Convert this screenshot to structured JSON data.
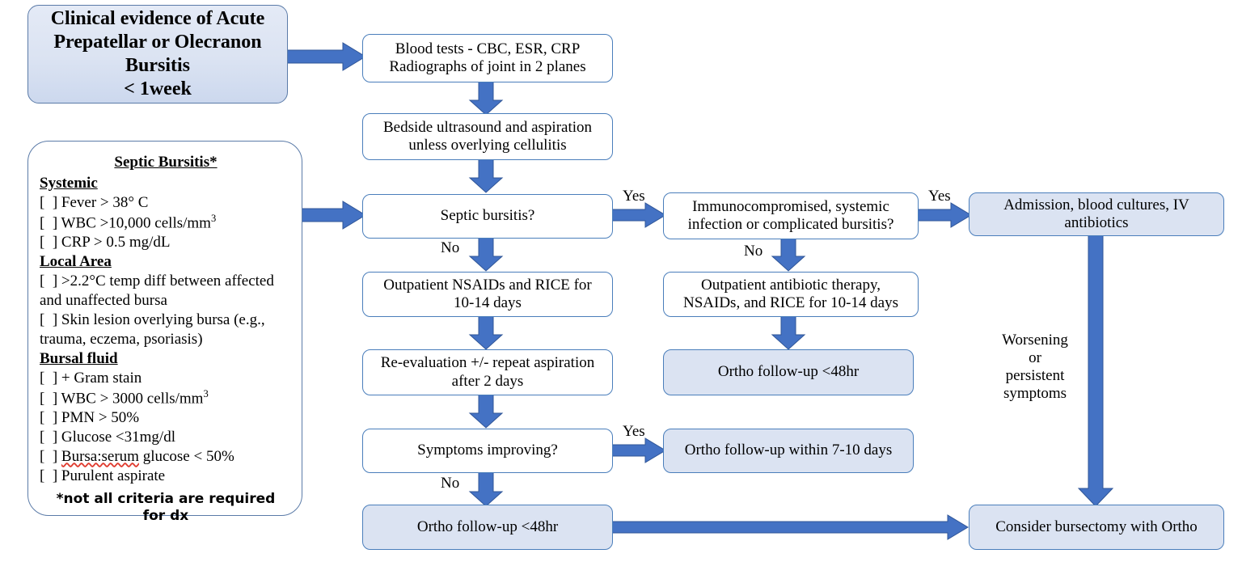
{
  "diagram": {
    "title": "Acute Prepatellar or Olecranon Bursitis Management Algorithm",
    "accent_blue": "#4472c4",
    "box_border": "#4a7ebb",
    "box_fill": "#dbe3f2"
  },
  "start": {
    "label": "Clinical evidence of Acute Prepatellar or Olecranon Bursitis < 1week",
    "lines": [
      "Clinical evidence of Acute",
      "Prepatellar or Olecranon",
      "Bursitis",
      "< 1week"
    ]
  },
  "criteria": {
    "title": "Septic Bursitis*",
    "sections": [
      {
        "heading": "Systemic",
        "items": [
          {
            "prefix": "[  ] ",
            "text": "Fever > 38° C",
            "sup": ""
          },
          {
            "prefix": "[  ] ",
            "text": "WBC >10,000 cells/mm",
            "sup": "3"
          },
          {
            "prefix": "[  ] ",
            "text": "CRP > 0.5 mg/dL",
            "sup": ""
          }
        ]
      },
      {
        "heading": "Local Area",
        "items": [
          {
            "prefix": "[  ] ",
            "text": ">2.2°C temp diff between affected and unaffected bursa",
            "sup": ""
          },
          {
            "prefix": "[  ] ",
            "text": "Skin lesion overlying bursa (e.g., trauma, eczema, psoriasis)",
            "sup": ""
          }
        ]
      },
      {
        "heading": "Bursal fluid",
        "items": [
          {
            "prefix": "[  ] ",
            "text": "+ Gram stain",
            "sup": ""
          },
          {
            "prefix": "[  ] ",
            "text": "WBC > 3000 cells/mm",
            "sup": "3"
          },
          {
            "prefix": "[  ] ",
            "text": "PMN > 50%",
            "sup": ""
          },
          {
            "prefix": "[  ] ",
            "text": "Glucose <31mg/dl",
            "sup": ""
          },
          {
            "prefix": "[  ] ",
            "text": "Bursa:serum glucose < 50%",
            "sup": "",
            "spellflag": "Bursa:serum"
          },
          {
            "prefix": "[  ] ",
            "text": "Purulent aspirate",
            "sup": ""
          }
        ]
      }
    ],
    "footnote": "*not all criteria are required for dx"
  },
  "nodes": {
    "blood_tests": {
      "lines": [
        "Blood tests -  CBC, ESR, CRP",
        "Radiographs of joint in 2 planes"
      ]
    },
    "ultrasound": {
      "lines": [
        "Bedside ultrasound and aspiration",
        "unless overlying cellulitis"
      ]
    },
    "septic_decision": {
      "lines": [
        "Septic bursitis?"
      ]
    },
    "immuno_decision": {
      "lines": [
        "Immunocompromised, systemic",
        "infection or complicated bursitis?"
      ]
    },
    "admission": {
      "lines": [
        "Admission, blood cultures, IV",
        "antibiotics"
      ]
    },
    "nsaids_rice": {
      "lines": [
        "Outpatient NSAIDs and RICE for",
        "10-14 days"
      ]
    },
    "outpatient_abx": {
      "lines": [
        "Outpatient antibiotic therapy,",
        "NSAIDs, and RICE for 10-14 days"
      ]
    },
    "reevaluation": {
      "lines": [
        "Re-evaluation +/- repeat aspiration",
        "after 2 days"
      ]
    },
    "ortho_48_right": {
      "lines": [
        "Ortho follow-up <48hr"
      ]
    },
    "symptoms_decision": {
      "lines": [
        "Symptoms improving?"
      ]
    },
    "ortho_7_10": {
      "lines": [
        "Ortho follow-up within 7-10 days"
      ]
    },
    "ortho_48_bottom": {
      "lines": [
        "Ortho follow-up <48hr"
      ]
    },
    "bursectomy": {
      "lines": [
        "Consider bursectomy with Ortho"
      ]
    }
  },
  "edges": {
    "septic_yes": "Yes",
    "septic_no": "No",
    "immuno_yes": "Yes",
    "immuno_no": "No",
    "symptoms_yes": "Yes",
    "symptoms_no": "No",
    "worsening": {
      "lines": [
        "Worsening",
        "or",
        "persistent",
        "symptoms"
      ]
    }
  }
}
